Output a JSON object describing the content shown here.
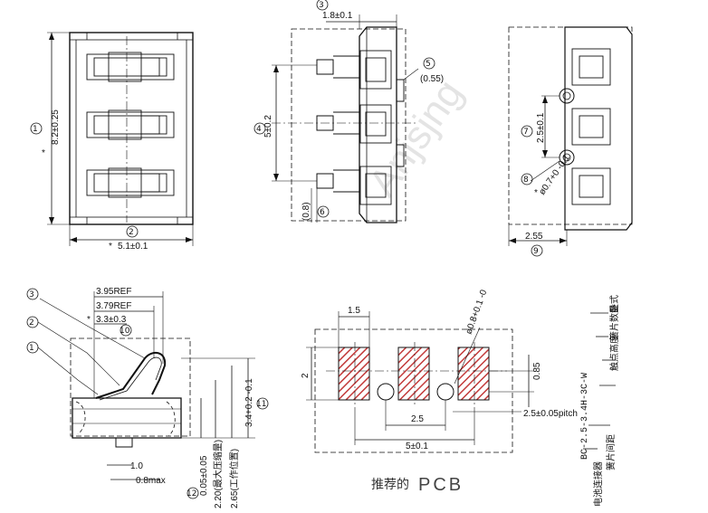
{
  "watermark": "Anjsjng",
  "top_left": {
    "height_dim": "8.2±0.25",
    "width_dim": "5.1±0.1",
    "callout_1": "1",
    "callout_2": "2",
    "star": "*"
  },
  "top_mid": {
    "top_dim": "1.8±0.1",
    "callout_3": "3",
    "pitch_dim": "5±0.2",
    "callout_4": "4",
    "callout_5": "5",
    "offset_dim": "(0.55)",
    "lower_dim": "(0.8)",
    "callout_6": "6"
  },
  "top_right": {
    "spacing_dim": "2.5±0.1",
    "callout_7": "7",
    "hole_dim": "ø0.7+0 -0.1",
    "callout_8": "8",
    "width_dim": "2.55",
    "callout_9": "9",
    "star": "*"
  },
  "side_view": {
    "dim_395": "3.95REF",
    "dim_379": "3.79REF",
    "dim_33": "3.3±0.3",
    "callout_10": "10",
    "dim_34": "3.4+0.2 -0.1",
    "callout_11": "11",
    "dim_10": "1.0",
    "dim_08max": "0.8max",
    "dim_005": "0.05±0.05",
    "dim_220": "2.20(最大压缩量)",
    "dim_265": "2.65(工作位置)",
    "callout_12": "12",
    "callout_1": "1",
    "callout_2": "2",
    "callout_3": "3",
    "star": "*"
  },
  "pcb": {
    "dim_15": "1.5",
    "dim_hole": "ø0.8+0.1 -0",
    "dim_2": "2",
    "dim_085": "0.85",
    "dim_pitch": "2.5±0.05pitch",
    "dim_25": "2.5",
    "dim_5": "5±0.1",
    "caption_cn": "推荐的",
    "caption_en": "PCB"
  },
  "part_number": {
    "code": "BC-2.5-3.4H-3C-W",
    "label_lying": "卧式",
    "label_count": "簧片数量",
    "label_height": "触点高度",
    "label_pitch": "簧片间距",
    "label_connector": "电池连接器"
  }
}
